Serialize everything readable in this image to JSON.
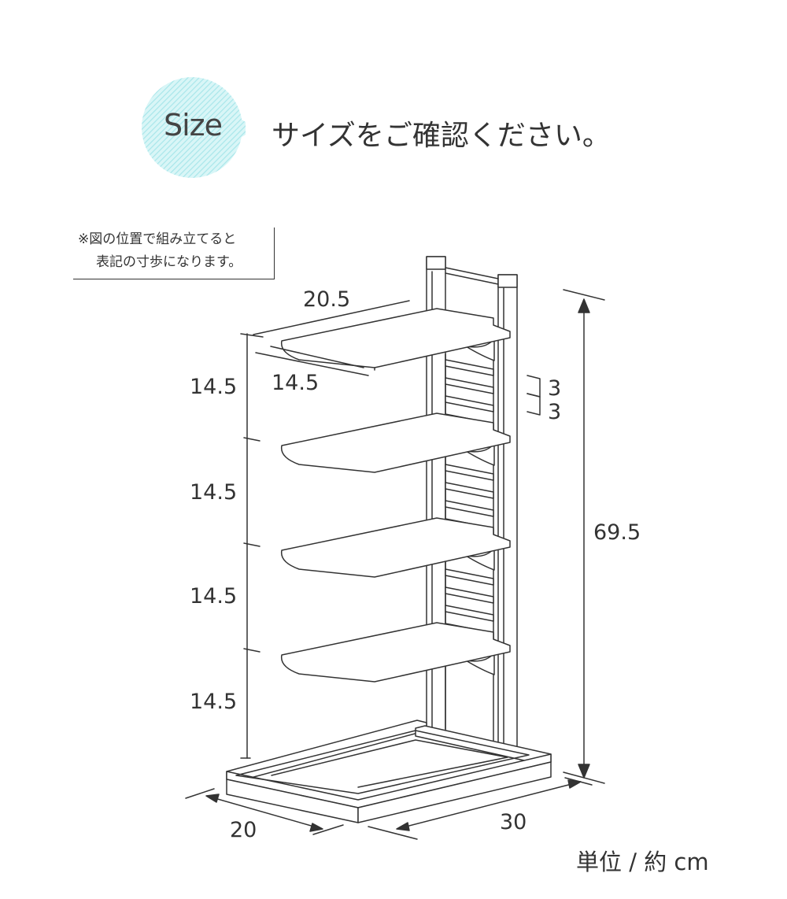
{
  "header": {
    "badge_text": "Size",
    "title": "サイズをご確認ください。",
    "badge_color": "#b9ecef"
  },
  "note": {
    "line1": "※図の位置で組み立てると",
    "line2": "表記の寸歩になります。"
  },
  "dimensions": {
    "shelf_width": "20.5",
    "shelf_depth": "14.5",
    "shelf_spacing": [
      "14.5",
      "14.5",
      "14.5",
      "14.5"
    ],
    "adjust_step_1": "3",
    "adjust_step_2": "3",
    "total_height": "69.5",
    "base_width": "20",
    "base_depth": "30"
  },
  "unit_label": "単位 / 約 cm",
  "colors": {
    "line": "#333333",
    "fill": "#ffffff"
  }
}
